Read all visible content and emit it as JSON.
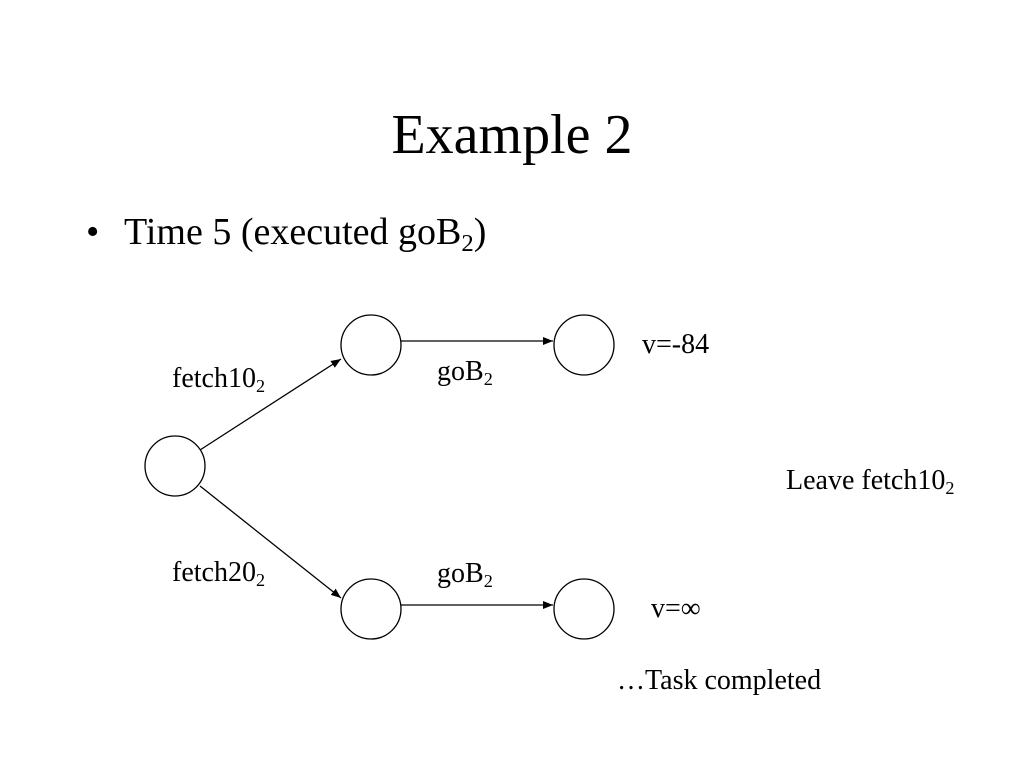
{
  "slide": {
    "title": "Example 2",
    "bullet": {
      "text": "Time 5 (executed goB",
      "subscript": "2",
      "suffix": ")"
    }
  },
  "diagram": {
    "edges": {
      "fetch10": {
        "text": "fetch10",
        "subscript": "2"
      },
      "fetch20": {
        "text": "fetch20",
        "subscript": "2"
      },
      "gob_top": {
        "text": "goB",
        "subscript": "2"
      },
      "gob_bottom": {
        "text": "goB",
        "subscript": "2"
      }
    },
    "values": {
      "top": "v=-84",
      "bottom": "v=∞"
    },
    "notes": {
      "leave": {
        "text": "Leave fetch10",
        "subscript": "2"
      },
      "completed": "…Task completed"
    }
  }
}
